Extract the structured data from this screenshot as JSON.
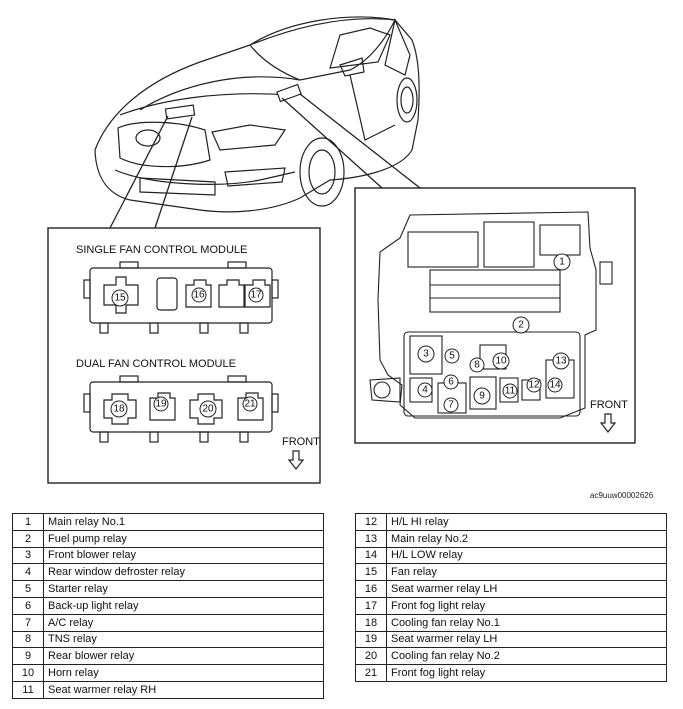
{
  "labels": {
    "single_fan": "SINGLE FAN CONTROL MODULE",
    "dual_fan": "DUAL FAN CONTROL MODULE",
    "front_left": "FRONT",
    "front_right": "FRONT",
    "code": "ac9uuw00002626"
  },
  "numbers": [
    "1",
    "2",
    "3",
    "4",
    "5",
    "6",
    "7",
    "8",
    "9",
    "10",
    "11",
    "12",
    "13",
    "14",
    "15",
    "16",
    "17",
    "18",
    "19",
    "20",
    "21"
  ],
  "relays_left": [
    {
      "no": "1",
      "name": "Main relay No.1"
    },
    {
      "no": "2",
      "name": "Fuel pump relay"
    },
    {
      "no": "3",
      "name": "Front blower relay"
    },
    {
      "no": "4",
      "name": "Rear window defroster relay"
    },
    {
      "no": "5",
      "name": "Starter relay"
    },
    {
      "no": "6",
      "name": "Back-up light relay"
    },
    {
      "no": "7",
      "name": "A/C relay"
    },
    {
      "no": "8",
      "name": "TNS relay"
    },
    {
      "no": "9",
      "name": "Rear blower relay"
    },
    {
      "no": "10",
      "name": "Horn relay"
    },
    {
      "no": "11",
      "name": "Seat warmer relay RH"
    }
  ],
  "relays_right": [
    {
      "no": "12",
      "name": "H/L HI relay"
    },
    {
      "no": "13",
      "name": "Main relay No.2"
    },
    {
      "no": "14",
      "name": "H/L LOW relay"
    },
    {
      "no": "15",
      "name": "Fan relay"
    },
    {
      "no": "16",
      "name": "Seat warmer relay LH"
    },
    {
      "no": "17",
      "name": "Front fog light relay"
    },
    {
      "no": "18",
      "name": "Cooling fan relay No.1"
    },
    {
      "no": "19",
      "name": "Seat warmer relay LH"
    },
    {
      "no": "20",
      "name": "Cooling fan relay No.2"
    },
    {
      "no": "21",
      "name": "Front fog light relay"
    }
  ]
}
